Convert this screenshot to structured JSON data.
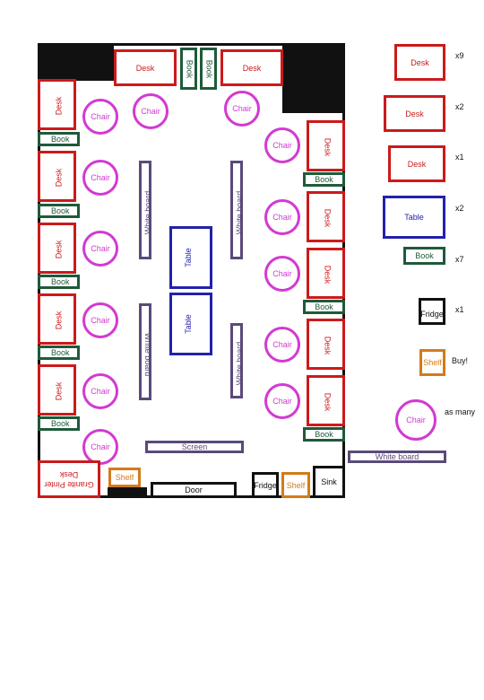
{
  "labels": {
    "desk": "Desk",
    "book": "Book",
    "chair": "Chair",
    "white_board": "White board",
    "table": "Table",
    "screen": "Screen",
    "door": "Door",
    "fridge": "Fridge",
    "shelf": "Shelf",
    "sink": "Sink",
    "granite_desk": "Granite Pinter Desk"
  },
  "legend": {
    "desk_count": "x9",
    "desk_2_count": "x2",
    "desk_1_count": "x1",
    "table_count": "x2",
    "book_count": "x7",
    "fridge_count": "x1",
    "shelf_note": "Buy!",
    "chair_note": "as many"
  },
  "colors": {
    "desk": "#cc1a1a",
    "book": "#1f5a3a",
    "chair": "#d23ad2",
    "white_board": "#5a4a7a",
    "table": "#2222aa",
    "shelf": "#d47a1a",
    "walls": "#111111"
  }
}
